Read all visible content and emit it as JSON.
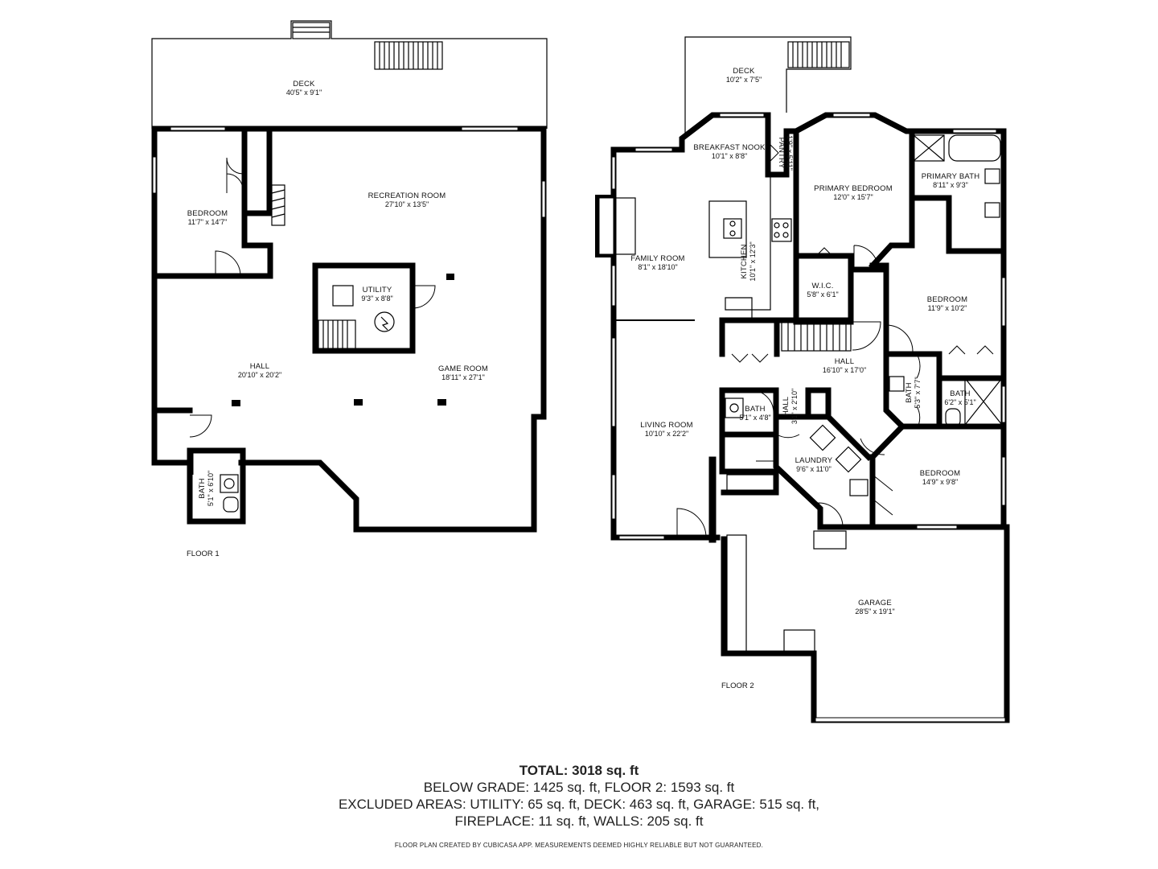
{
  "floor1": {
    "label": "FLOOR 1",
    "rooms": {
      "deck": {
        "name": "DECK",
        "dim": "40'5\" x 9'1\""
      },
      "bedroom": {
        "name": "BEDROOM",
        "dim": "11'7\" x 14'7\""
      },
      "recreation": {
        "name": "RECREATION ROOM",
        "dim": "27'10\" x 13'5\""
      },
      "utility": {
        "name": "UTILITY",
        "dim": "9'3\" x 8'8\""
      },
      "hall": {
        "name": "HALL",
        "dim": "20'10\" x 20'2\""
      },
      "game": {
        "name": "GAME ROOM",
        "dim": "18'11\" x 27'1\""
      },
      "bath": {
        "name": "BATH",
        "dim": "5'1\" x 6'10\""
      }
    }
  },
  "floor2": {
    "label": "FLOOR 2",
    "rooms": {
      "deck": {
        "name": "DECK",
        "dim": "10'2\" x 7'5\""
      },
      "nook": {
        "name": "BREAKFAST NOOK",
        "dim": "10'1\" x 8'8\""
      },
      "pantry": {
        "name": "PANTRY",
        "dim": "1'9\" x 5'11\""
      },
      "primary_bedroom": {
        "name": "PRIMARY BEDROOM",
        "dim": "12'0\" x 15'7\""
      },
      "primary_bath": {
        "name": "PRIMARY BATH",
        "dim": "8'11\" x 9'3\""
      },
      "family": {
        "name": "FAMILY ROOM",
        "dim": "8'1\" x 18'10\""
      },
      "kitchen": {
        "name": "KITCHEN",
        "dim": "10'1\" x 12'3\""
      },
      "wic": {
        "name": "W.I.C.",
        "dim": "5'8\" x 6'1\""
      },
      "bedroom_a": {
        "name": "BEDROOM",
        "dim": "11'9\" x 10'2\""
      },
      "hall": {
        "name": "HALL",
        "dim": "16'10\" x 17'0\""
      },
      "bath_b": {
        "name": "BATH",
        "dim": "5'3\" x 7'7\""
      },
      "bath_c": {
        "name": "BATH",
        "dim": "6'2\" x 5'1\""
      },
      "living": {
        "name": "LIVING ROOM",
        "dim": "10'10\" x 22'2\""
      },
      "bath_a": {
        "name": "BATH",
        "dim": "5'1\" x 4'8\""
      },
      "hall_small": {
        "name": "HALL",
        "dim": "3'1\" x 2'10\""
      },
      "laundry": {
        "name": "LAUNDRY",
        "dim": "9'6\" x 11'0\""
      },
      "bedroom_b": {
        "name": "BEDROOM",
        "dim": "14'9\" x 9'8\""
      },
      "garage": {
        "name": "GARAGE",
        "dim": "28'5\" x 19'1\""
      }
    }
  },
  "summary": {
    "total": "TOTAL: 3018 sq. ft",
    "line1": "BELOW GRADE: 1425 sq. ft, FLOOR 2: 1593 sq. ft",
    "line2": "EXCLUDED AREAS: UTILITY: 65 sq. ft, DECK: 463 sq. ft, GARAGE: 515 sq. ft,",
    "line3": "FIREPLACE: 11 sq. ft, WALLS: 205 sq. ft",
    "disclaimer": "FLOOR PLAN CREATED BY CUBICASA APP. MEASUREMENTS DEEMED HIGHLY RELIABLE BUT NOT GUARANTEED."
  }
}
